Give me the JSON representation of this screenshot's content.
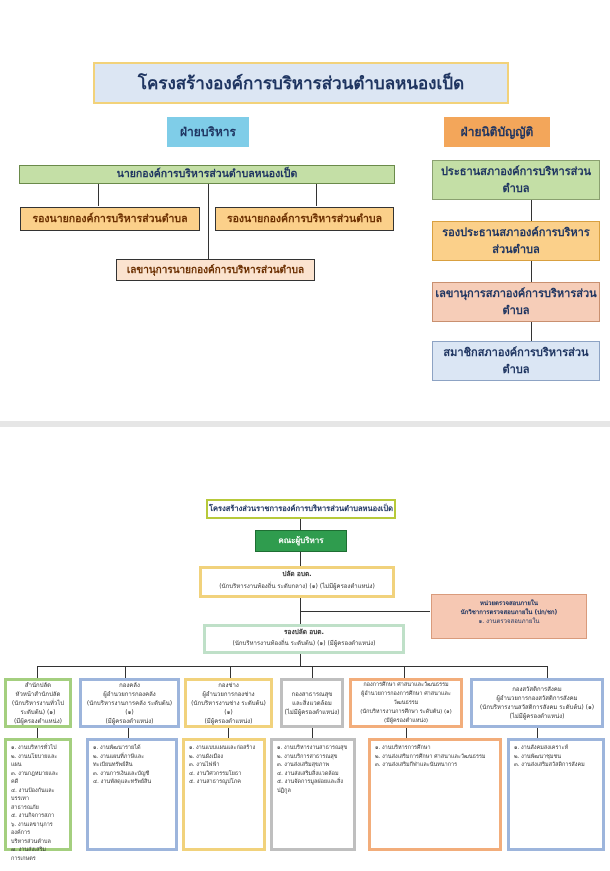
{
  "top": {
    "title": "โครงสร้างองค์การบริหารส่วนตำบลหนองเป็ด",
    "exec_header": "ฝ่ายบริหาร",
    "leg_header": "ฝ่ายนิติบัญญัติ",
    "mayor": "นายกองค์การบริหารส่วนตำบลหนองเป็ด",
    "deputy_left": "รองนายกองค์การบริหารส่วนตำบล",
    "deputy_right": "รองนายกองค์การบริหารส่วนตำบล",
    "secretary": "เลขานุการนายกองค์การบริหารส่วนตำบล",
    "council": [
      "ประธานสภาองค์การบริหารส่วนตำบล",
      "รองประธานสภาองค์การบริหารส่วนตำบล",
      "เลขานุการสภาองค์การบริหารส่วนตำบล",
      "สมาชิกสภาองค์การบริหารส่วนตำบล"
    ],
    "colors": {
      "exec_header": "#7fcde8",
      "leg_header": "#f3a65a",
      "mayor": "#c4dfa6",
      "deputy": "#fbd08a",
      "secretary": "#fbe3cf",
      "council_1": "#c4dfa6",
      "council_2": "#fbd08a",
      "council_3": "#f6cdb8",
      "council_4": "#dbe6f4"
    }
  },
  "bottom": {
    "title": "โครงสร้างส่วนราชการองค์การบริหารส่วนตำบลหนองเป็ด",
    "executives": "คณะผู้บริหาร",
    "chief_title": "ปลัด อบต.",
    "chief_sub": "(นักบริหารงานท้องถิ่น ระดับกลาง) (๑) (ไม่มีผู้ครองตำแหน่ง)",
    "audit_title": "หน่วยตรวจสอบภายใน",
    "audit_sub": "นักวิชาการตรวจสอบภายใน (ปก/ชก)",
    "audit_item": "๑. งานตรวจสอบภายใน",
    "deputy_title": "รองปลัด อบต.",
    "deputy_sub": "(นักบริหารงานท้องถิ่น ระดับต้น) (๑) (มีผู้ครองตำแหน่ง)",
    "departments": [
      {
        "head": "สำนักปลัด\nหัวหน้าสำนักปลัด\n(นักบริหารงานทั่วไป\nระดับต้น) (๑)\n(มีผู้ครองตำแหน่ง)",
        "items": "๑. งานบริหารทั่วไป\n๒. งานนโยบายและแผน\n๓. งานกฎหมายและคดี\n๔. งานป้องกันและบรรเทา\nสาธารณภัย\n๕. งานกิจการสภา\n๖. งานเลขานุการองค์การ\nบริหารส่วนตำบล\n๗. งานส่งเสริมการเกษตร"
      },
      {
        "head": "กองคลัง\nผู้อำนวยการกองคลัง\n(นักบริหารงานการคลัง ระดับต้น) (๑)\n(มีผู้ครองตำแหน่ง)",
        "items": "๑. งานพัฒนารายได้\n๒. งานแผนที่ภาษีและ\nทะเบียนทรัพย์สิน\n๓. งานการเงินและบัญชี\n๔. งานพัสดุและทรัพย์สิน"
      },
      {
        "head": "กองช่าง\nผู้อำนวยการกองช่าง\n(นักบริหารงานช่าง ระดับต้น) (๑)\n(มีผู้ครองตำแหน่ง)",
        "items": "๑. งานแบบแผนและก่อสร้าง\n๒. งานผังเมือง\n๓. งานไฟฟ้า\n๔. งานวิศวกรรมโยธา\n๕. งานสาธารณูปโภค"
      },
      {
        "head": "กองสาธารณสุข\nและสิ่งแวดล้อม\n(ไม่มีผู้ครองตำแหน่ง)",
        "items": "๑. งานบริหารงานสาธารณสุข\n๒. งานบริการสาธารณสุข\n๓. งานส่งเสริมสุขภาพ\n๔. งานส่งเสริมสิ่งแวดล้อม\n๕. งานจัดการมูลฝอยและสิ่ง\nปฏิกูล"
      },
      {
        "head": "กองการศึกษา ศาสนาและวัฒนธรรม\nผู้อำนวยการกองการศึกษา ศาสนาและวัฒนธรรม\n(นักบริหารงานการศึกษา ระดับต้น) (๑)\n(มีผู้ครองตำแหน่ง)",
        "items": "๑. งานบริหารการศึกษา\n๒. งานส่งเสริมการศึกษา ศาสนาและวัฒนธรรม\n๓. งานส่งเสริมกีฬาและนันทนาการ"
      },
      {
        "head": "กองสวัสดิการสังคม\nผู้อำนวยการกองสวัสดิการสังคม\n(นักบริหารงานสวัสดิการสังคม ระดับต้น) (๑)\n(ไม่มีผู้ครองตำแหน่ง)",
        "items": "๑. งานสังคมสงเคราะห์\n๒. งานพัฒนาชุมชน\n๓. งานส่งเสริมสวัสดิการสังคม"
      }
    ]
  }
}
